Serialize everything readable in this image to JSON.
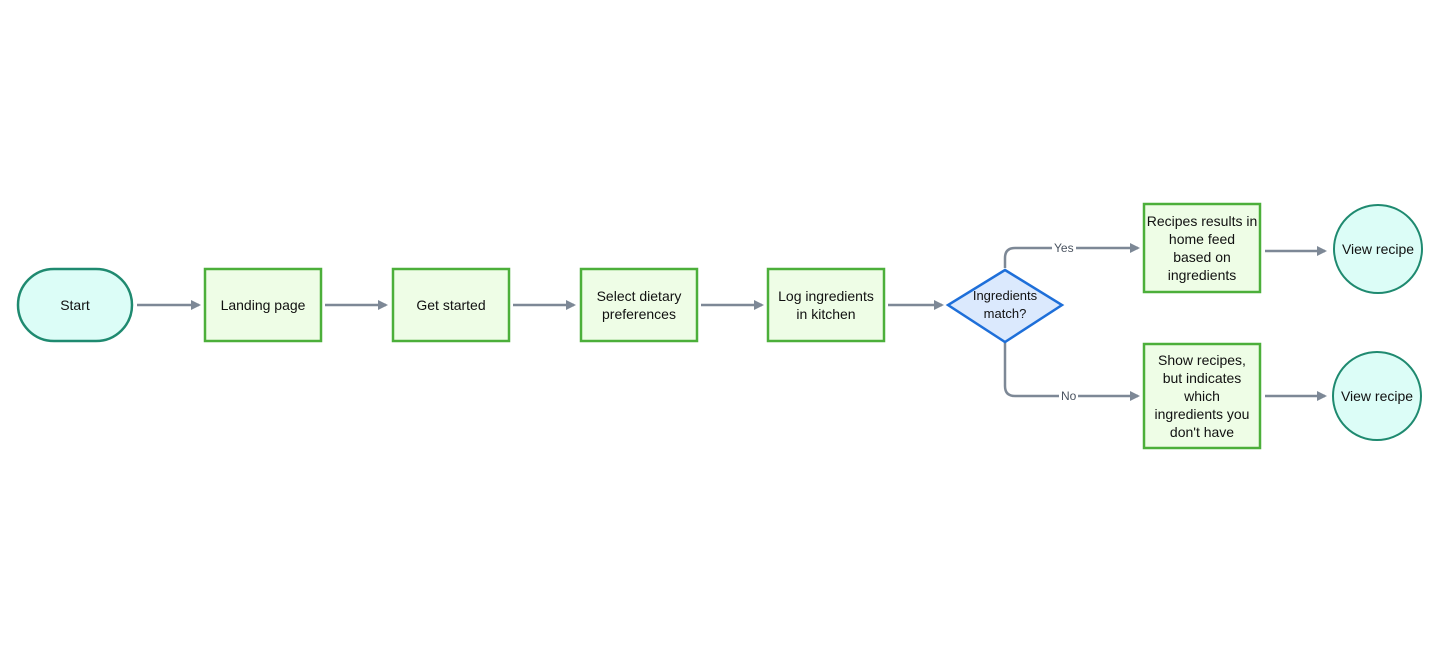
{
  "nodes": {
    "start": {
      "label": "Start"
    },
    "landing_page": {
      "label": "Landing page"
    },
    "get_started": {
      "label": "Get started"
    },
    "dietary": {
      "label": "Select dietary\npreferences"
    },
    "log_ingredients": {
      "label": "Log ingredients\nin kitchen"
    },
    "decision": {
      "label": "Ingredients\nmatch?"
    },
    "results_feed": {
      "label": "Recipes results in\nhome feed\nbased on\ningredients"
    },
    "show_recipes": {
      "label": "Show recipes,\nbut indicates\nwhich\ningredients you\ndon't have"
    },
    "view_recipe_top": {
      "label": "View recipe"
    },
    "view_recipe_bottom": {
      "label": "View recipe"
    }
  },
  "edges": {
    "yes": {
      "label": "Yes"
    },
    "no": {
      "label": "No"
    }
  },
  "colors": {
    "terminal_fill": "#dcfdf7",
    "terminal_stroke": "#1f8a70",
    "process_fill": "#eefde6",
    "process_stroke": "#4caf3a",
    "decision_fill": "#dbe9fd",
    "decision_stroke": "#1e6fd9",
    "connector": "#7d8896"
  }
}
